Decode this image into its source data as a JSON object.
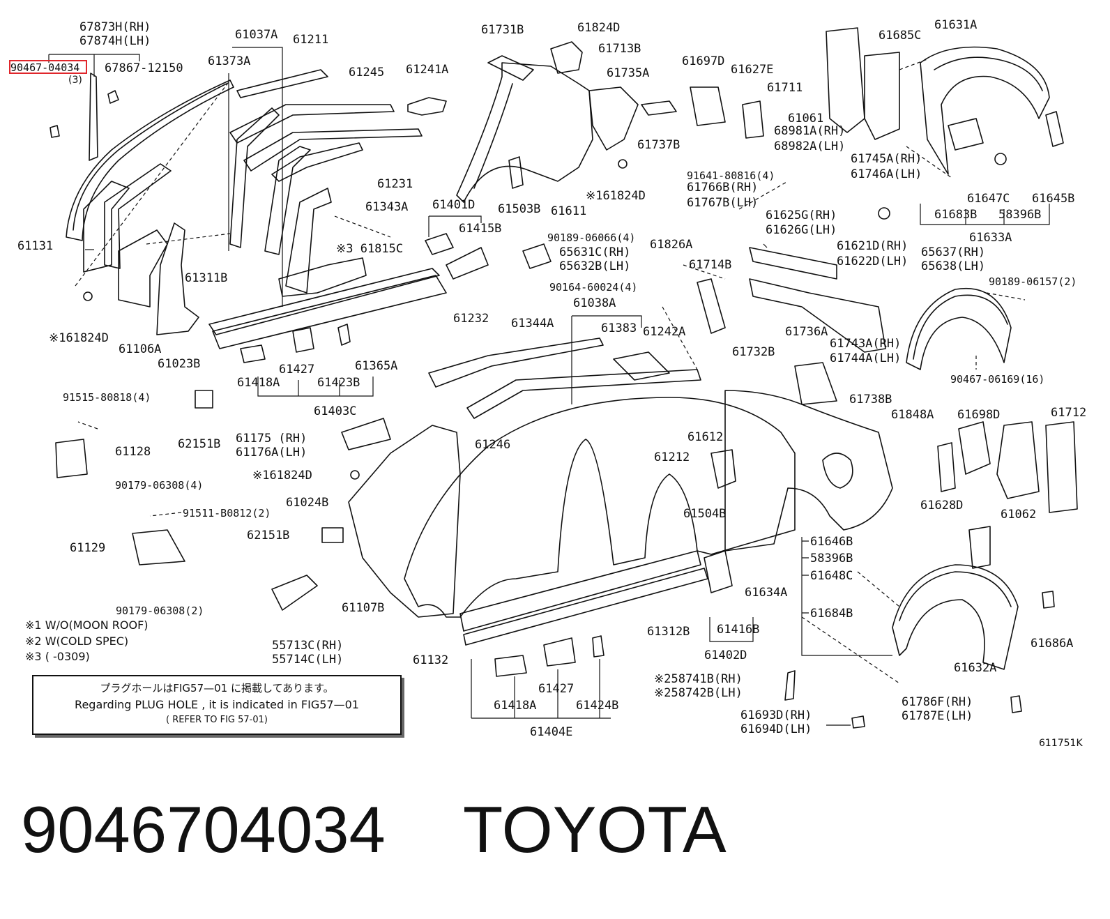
{
  "highlighted_part": "90467-04034",
  "diagram_code": "611751K",
  "notes": [
    {
      "mark": "※1",
      "text": "W/O(MOON ROOF)"
    },
    {
      "mark": "※2",
      "text": "W(COLD SPEC)"
    },
    {
      "mark": "※3",
      "text": "(       -0309)"
    }
  ],
  "plug_hole_note": {
    "japanese": "プラグホールはFIG57—01 に掲載してあります。",
    "english": "Regarding PLUG HOLE , it is indicated in FIG57—01",
    "reference": "( REFER TO FIG 57-01)"
  },
  "footer": {
    "part_number": "9046704034",
    "brand": "TOYOTA"
  },
  "labels": {
    "67873H": "67873H(RH)",
    "67874H": "67874H(LH)",
    "90467": "90467-04034",
    "qty3": "(3)",
    "67867": "67867-12150",
    "61037A": "61037A",
    "61211": "61211",
    "61373A": "61373A",
    "61245": "61245",
    "61241A": "61241A",
    "61731B": "61731B",
    "61824D_top": "61824D",
    "61713B": "61713B",
    "61735A": "61735A",
    "61697D": "61697D",
    "61627E": "61627E",
    "61685C": "61685C",
    "61631A": "61631A",
    "61711": "61711",
    "61061": "61061",
    "68981A": "68981A(RH)",
    "68982A": "68982A(LH)",
    "61737B": "61737B",
    "61231": "61231",
    "61131": "61131",
    "61343A": "61343A",
    "61401D": "61401D",
    "61503B": "61503B",
    "61611": "61611",
    "61824D_c1": "※161824D",
    "91641": "91641-80816(4)",
    "61766B": "61766B(RH)",
    "61767B": "61767B(LH)",
    "61745A": "61745A(RH)",
    "61746A": "61746A(LH)",
    "61647C": "61647C",
    "61645B": "61645B",
    "61683B": "61683B",
    "58396B_top": "58396B",
    "61633A": "61633A",
    "61415B": "61415B",
    "61815C": "※3 61815C",
    "90189_06066": "90189-06066(4)",
    "65631C": "65631C(RH)",
    "65632B": "65632B(LH)",
    "61826A": "61826A",
    "61625G": "61625G(RH)",
    "61626G": "61626G(LH)",
    "61621D": "61621D(RH)",
    "61622D": "61622D(LH)",
    "65637": "65637(RH)",
    "65638": "65638(LH)",
    "61311B": "61311B",
    "90164": "90164-60024(4)",
    "61714B": "61714B",
    "90189_06157": "90189-06157(2)",
    "61824D_left": "※161824D",
    "61106A": "61106A",
    "61023B": "61023B",
    "61038A": "61038A",
    "61232": "61232",
    "61344A": "61344A",
    "61383": "61383",
    "61242A": "61242A",
    "61736A": "61736A",
    "61743A": "61743A(RH)",
    "61744A": "61744A(LH)",
    "61732B": "61732B",
    "90467_06169": "90467-06169(16)",
    "61427_a": "61427",
    "61365A": "61365A",
    "61418A_a": "61418A",
    "61423B": "61423B",
    "61403C": "61403C",
    "91515": "91515-80818(4)",
    "61738B": "61738B",
    "61848A": "61848A",
    "61698D": "61698D",
    "61712": "61712",
    "61128": "61128",
    "62151B_a": "62151B",
    "61175": "61175 (RH)",
    "61176A": "61176A(LH)",
    "61246": "61246",
    "61612": "61612",
    "61212": "61212",
    "90179_06308_4": "90179-06308(4)",
    "61824D_mid": "※161824D",
    "61024B": "61024B",
    "91511": "91511-B0812(2)",
    "61504B": "61504B",
    "61628D": "61628D",
    "61062": "61062",
    "62151B_b": "62151B",
    "61129": "61129",
    "61646B": "61646B",
    "58396B": "58396B",
    "61648C": "61648C",
    "61634A": "61634A",
    "61107B": "61107B",
    "90179_06308_2": "90179-06308(2)",
    "61684B": "61684B",
    "61312B": "61312B",
    "61416B": "61416B",
    "61686A": "61686A",
    "55713C": "55713C(RH)",
    "55714C": "55714C(LH)",
    "61132": "61132",
    "61402D": "61402D",
    "61632A": "61632A",
    "58741B": "※258741B(RH)",
    "58742B": "※258742B(LH)",
    "61427_b": "61427",
    "61786F": "61786F(RH)",
    "61787E": "61787E(LH)",
    "61418A_b": "61418A",
    "61424B": "61424B",
    "61693D": "61693D(RH)",
    "61694D": "61694D(LH)",
    "61404E": "61404E"
  }
}
